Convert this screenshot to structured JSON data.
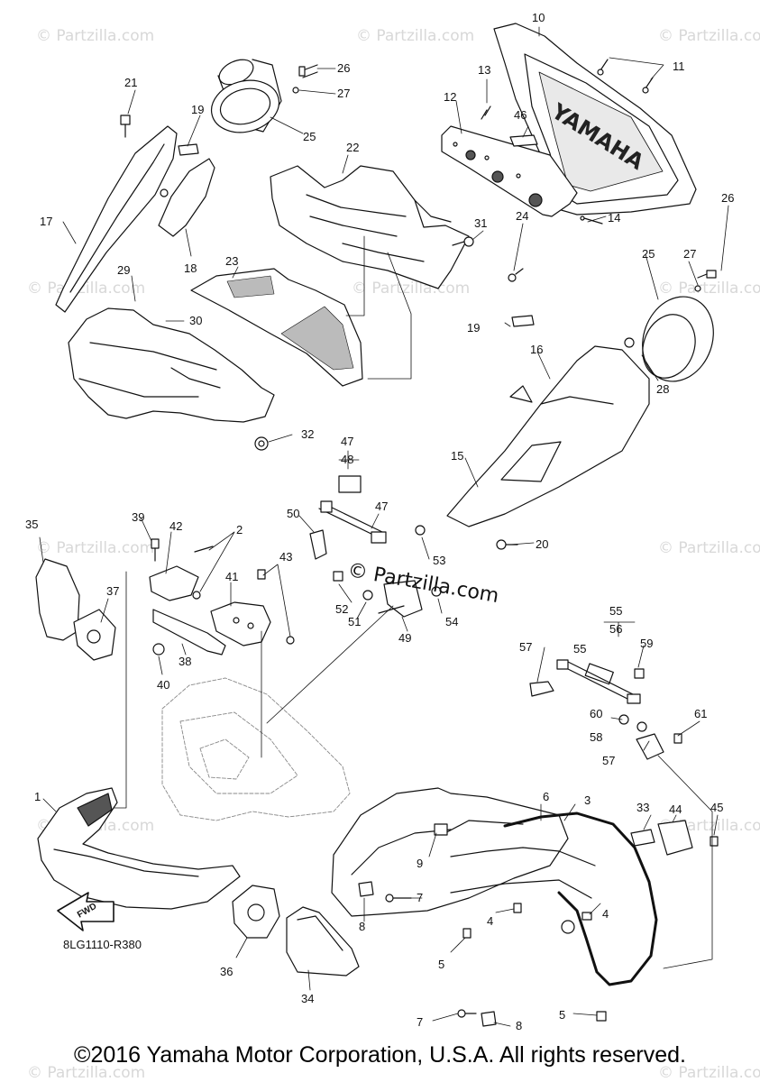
{
  "watermark": "© Partzilla.com",
  "center_watermark": "© Partzilla.com",
  "diagram_code": "8LG1110-R380",
  "fwd_label": "FWD",
  "copyright": "©2016 Yamaha Motor Corporation, U.S.A. All rights reserved.",
  "callouts": {
    "c1": "1",
    "c2": "2",
    "c3": "3",
    "c4a": "4",
    "c4b": "4",
    "c5a": "5",
    "c5b": "5",
    "c6": "6",
    "c7a": "7",
    "c7b": "7",
    "c8a": "8",
    "c8b": "8",
    "c9": "9",
    "c10": "10",
    "c11": "11",
    "c12": "12",
    "c13": "13",
    "c14": "14",
    "c15": "15",
    "c16": "16",
    "c17": "17",
    "c18": "18",
    "c19a": "19",
    "c19b": "19",
    "c20": "20",
    "c21": "21",
    "c22": "22",
    "c23": "23",
    "c24": "24",
    "c25a": "25",
    "c25b": "25",
    "c26a": "26",
    "c26b": "26",
    "c27a": "27",
    "c27b": "27",
    "c28": "28",
    "c29": "29",
    "c30": "30",
    "c31": "31",
    "c32": "32",
    "c33": "33",
    "c34": "34",
    "c35": "35",
    "c36": "36",
    "c37": "37",
    "c38": "38",
    "c39": "39",
    "c40": "40",
    "c41": "41",
    "c42": "42",
    "c43": "43",
    "c44": "44",
    "c45": "45",
    "c46": "46",
    "c47a": "47",
    "c47b": "47",
    "c48": "48",
    "c49": "49",
    "c50": "50",
    "c51": "51",
    "c52": "52",
    "c53": "53",
    "c54": "54",
    "c55a": "55",
    "c55b": "55",
    "c56": "56",
    "c57a": "57",
    "c57b": "57",
    "c58": "58",
    "c59": "59",
    "c60": "60",
    "c61": "61"
  },
  "decal_text": "YAMAHA"
}
